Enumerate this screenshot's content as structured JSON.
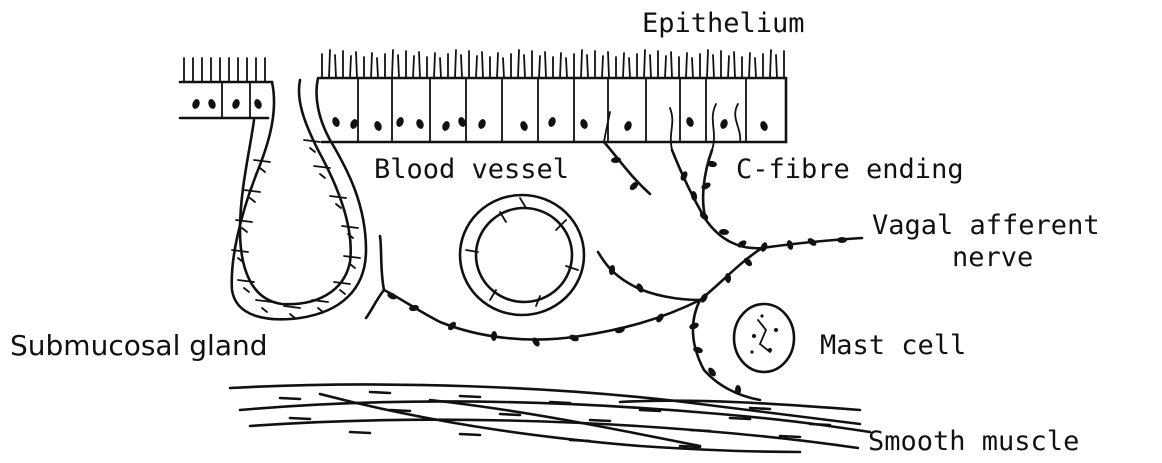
{
  "figure": {
    "labels": {
      "epithelium": "Epithelium",
      "blood_vessel": "Blood vessel",
      "c_fibre_ending": "C-fibre ending",
      "vagal_afferent_line1": "Vagal afferent",
      "vagal_afferent_line2": "nerve",
      "submucosal_gland": "Submucosal gland",
      "mast_cell": "Mast cell",
      "smooth_muscle": "Smooth muscle"
    },
    "ink_color": "#111111",
    "background_color": "#ffffff"
  }
}
